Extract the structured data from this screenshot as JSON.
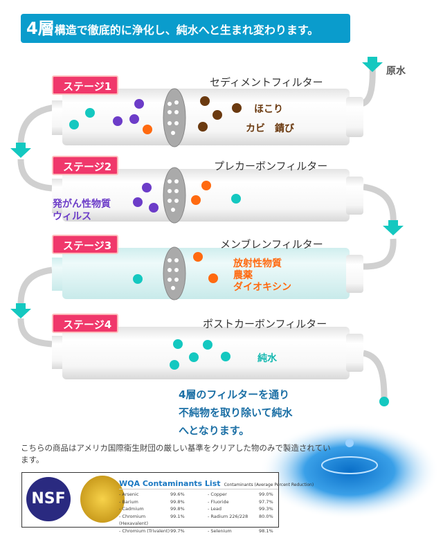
{
  "header": {
    "big": "4層",
    "rest": "構造で徹底的に浄化し、純水へと生まれ変わります。"
  },
  "source_label": "原水",
  "stages": [
    {
      "label": "ステージ1",
      "filter": "セディメントフィルター",
      "contaminants": [
        "ほこり",
        "カビ　錆び"
      ]
    },
    {
      "label": "ステージ2",
      "filter": "プレカーボンフィルター",
      "contaminants": [
        "発がん性物質",
        "ウィルス"
      ]
    },
    {
      "label": "ステージ3",
      "filter": "メンブレンフィルター",
      "contaminants": [
        "放射性物質",
        "農薬",
        "ダイオキシン"
      ]
    },
    {
      "label": "ステージ4",
      "filter": "ポストカーボンフィルター",
      "contaminants": [
        "純水"
      ]
    }
  ],
  "summary": [
    "4層のフィルターを通り",
    "不純物を取り除いて純水",
    "へとなります。"
  ],
  "note": "こちらの商品はアメリカ国際衛生財団の厳しい基準をクリアした物のみで製造されています。",
  "certification": {
    "nsf": "NSF",
    "seal": "Gold Seal",
    "title": "WQA Contaminants List",
    "subtitle": "Contaminants (Average Percent Reduction)",
    "left": [
      {
        "name": "- Arsenic",
        "value": "99.6%"
      },
      {
        "name": "- Barium",
        "value": "99.8%"
      },
      {
        "name": "- Cadmium",
        "value": "99.8%"
      },
      {
        "name": "- Chromium (Hexavalent)",
        "value": "99.1%"
      },
      {
        "name": "- Chromium (Trivalent)",
        "value": "99.7%"
      }
    ],
    "right": [
      {
        "name": "- Copper",
        "value": "99.0%"
      },
      {
        "name": "- Fluoride",
        "value": "97.7%"
      },
      {
        "name": "- Lead",
        "value": "99.3%"
      },
      {
        "name": "- Radium 226/228",
        "value": "80.0%"
      },
      {
        "name": "- Selenium",
        "value": "98.1%"
      }
    ]
  },
  "colors": {
    "banner": "#0a9ccc",
    "stage": "#f0386b",
    "teal": "#14c8c0",
    "purple": "#6c3cc8",
    "orange": "#ff6a10",
    "brown": "#6b3a10",
    "blue_text": "#1b6fa5"
  }
}
